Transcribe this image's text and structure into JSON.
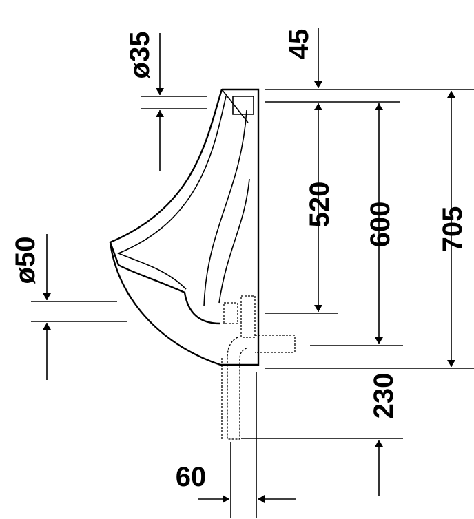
{
  "drawing": {
    "dimensions": {
      "inlet_diameter": "ø35",
      "inlet_offset": "45",
      "inlet_to_outlet": "520",
      "inlet_to_drain": "600",
      "total_height": "705",
      "outlet_diameter": "ø50",
      "drain_below": "230",
      "drain_pipe_width": "60"
    },
    "colors": {
      "line": "#000000",
      "background": "#ffffff"
    }
  }
}
